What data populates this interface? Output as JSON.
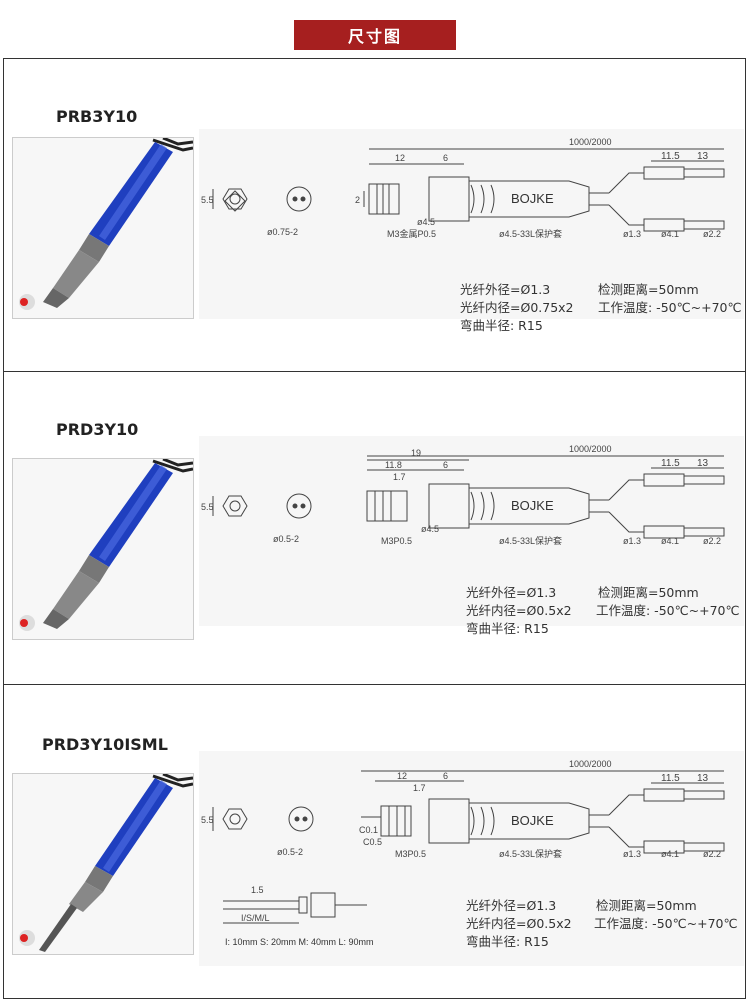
{
  "header": {
    "label": "尺寸图"
  },
  "panels": [
    {
      "model": "PRB3Y10",
      "front_dim": "ø0.75-2",
      "hex_dim": "5.5",
      "dims": {
        "total": "1000/2000",
        "a": "12",
        "b": "6",
        "tip": "2",
        "thread": "M3金属P0.5",
        "dia": "ø4.5",
        "sleeve": "ø4.5-33L保护套",
        "brand": "BOJKE",
        "c": "11.5",
        "d": "13",
        "d1": "ø1.3",
        "d2": "ø4.1",
        "d3": "ø2.2"
      },
      "specs": {
        "outer": "光纤外径=Ø1.3",
        "inner": "光纤内径=Ø0.75x2",
        "bend": "弯曲半径: R15",
        "dist": "检测距离=50mm",
        "temp": "工作温度: -50℃~+70℃"
      }
    },
    {
      "model": "PRD3Y10",
      "front_dim": "ø0.5-2",
      "hex_dim": "5.5",
      "dims": {
        "total": "1000/2000",
        "len": "19",
        "a": "11.8",
        "e": "1.7",
        "b": "6",
        "thread": "M3P0.5",
        "dia": "ø4.5",
        "sleeve": "ø4.5-33L保护套",
        "brand": "BOJKE",
        "c": "11.5",
        "d": "13",
        "d1": "ø1.3",
        "d2": "ø4.1",
        "d3": "ø2.2"
      },
      "specs": {
        "outer": "光纤外径=Ø1.3",
        "inner": "光纤内径=Ø0.5x2",
        "bend": "弯曲半径: R15",
        "dist": "检测距离=50mm",
        "temp": "工作温度: -50℃~+70℃"
      }
    },
    {
      "model": "PRD3Y10ISML",
      "front_dim": "ø0.5-2",
      "hex_dim": "5.5",
      "dims": {
        "total": "1000/2000",
        "a": "12",
        "e": "1.7",
        "b": "6",
        "c01": "C0.1",
        "c05": "C0.5",
        "thread": "M3P0.5",
        "sleeve": "ø4.5-33L保护套",
        "brand": "BOJKE",
        "c": "11.5",
        "d": "13",
        "d1": "ø1.3",
        "d2": "ø4.1",
        "d3": "ø2.2",
        "tube": "1.5",
        "isml": "I/S/M/L",
        "legend": "I: 10mm S: 20mm M: 40mm L: 90mm"
      },
      "specs": {
        "outer": "光纤外径=Ø1.3",
        "inner": "光纤内径=Ø0.5x2",
        "bend": "弯曲半径: R15",
        "dist": "检测距离=50mm",
        "temp": "工作温度: -50℃~+70℃"
      }
    }
  ]
}
